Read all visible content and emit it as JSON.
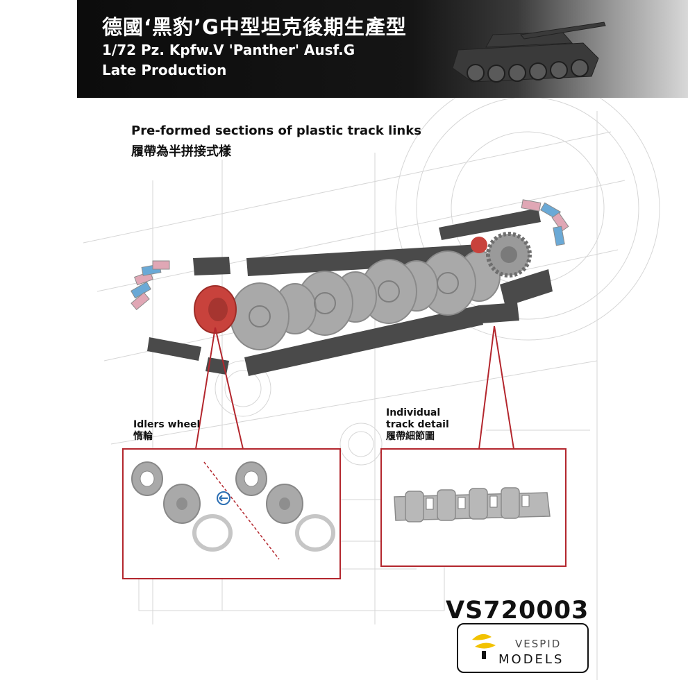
{
  "header": {
    "title_cn": "德國‘黑豹’G中型坦克後期生產型",
    "title_en_line1": "1/72 Pz. Kpfw.V 'Panther' Ausf.G",
    "title_en_line2": "Late Production"
  },
  "subtitle": {
    "en": "Pre-formed sections of plastic track links",
    "cn": "履帶為半拼接式樣"
  },
  "callouts": {
    "idler": {
      "en": "Idlers wheel",
      "cn": "惰輪"
    },
    "track": {
      "en_line1": "Individual",
      "en_line2": "track detail",
      "cn": "履帶細節圖"
    }
  },
  "product_code": "VS720003",
  "brand": {
    "line1": "VESPID",
    "line2": "MODELS"
  },
  "colors": {
    "callout_red": "#b3262d",
    "idler_red": "#c8423c",
    "part_gray": "#a9a9a9",
    "track_dark": "#4a4a4a",
    "link_blue": "#6aa9d6",
    "link_pink": "#e0a7b5",
    "logo_yellow": "#f2c200"
  }
}
